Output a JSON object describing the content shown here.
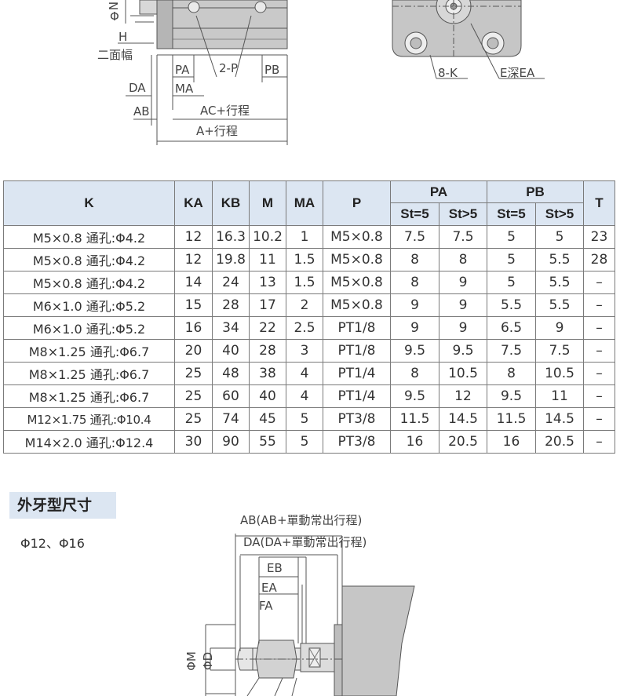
{
  "top_drawing": {
    "left_labels": [
      "H",
      "二面幅",
      "PA",
      "2-P",
      "PB",
      "DA",
      "MA",
      "AB",
      "AC+行程",
      "A+行程"
    ],
    "side_labels": [
      "N",
      "Φ"
    ],
    "right_labels": [
      "8-K",
      "E深EA"
    ]
  },
  "table": {
    "headers": {
      "k": "K",
      "ka": "KA",
      "kb": "KB",
      "m": "M",
      "ma": "MA",
      "p": "P",
      "pa": "PA",
      "pb": "PB",
      "t": "T",
      "pa_st5": "St=5",
      "pa_st_gt5": "St>5",
      "pb_st5": "St=5",
      "pb_st_gt5": "St>5"
    },
    "rows": [
      {
        "k": "M5×0.8 通孔:Φ4.2",
        "ka": "12",
        "kb": "16.3",
        "m": "10.2",
        "ma": "1",
        "p": "M5×0.8",
        "pa_st5": "7.5",
        "pa_st_gt5": "7.5",
        "pb_st5": "5",
        "pb_st_gt5": "5",
        "t": "23"
      },
      {
        "k": "M5×0.8 通孔:Φ4.2",
        "ka": "12",
        "kb": "19.8",
        "m": "11",
        "ma": "1.5",
        "p": "M5×0.8",
        "pa_st5": "8",
        "pa_st_gt5": "8",
        "pb_st5": "5",
        "pb_st_gt5": "5.5",
        "t": "28"
      },
      {
        "k": "M5×0.8 通孔:Φ4.2",
        "ka": "14",
        "kb": "24",
        "m": "13",
        "ma": "1.5",
        "p": "M5×0.8",
        "pa_st5": "8",
        "pa_st_gt5": "9",
        "pb_st5": "5",
        "pb_st_gt5": "5.5",
        "t": "–"
      },
      {
        "k": "M6×1.0 通孔:Φ5.2",
        "ka": "15",
        "kb": "28",
        "m": "17",
        "ma": "2",
        "p": "M5×0.8",
        "pa_st5": "9",
        "pa_st_gt5": "9",
        "pb_st5": "5.5",
        "pb_st_gt5": "5.5",
        "t": "–"
      },
      {
        "k": "M6×1.0 通孔:Φ5.2",
        "ka": "16",
        "kb": "34",
        "m": "22",
        "ma": "2.5",
        "p": "PT1/8",
        "pa_st5": "9",
        "pa_st_gt5": "9",
        "pb_st5": "6.5",
        "pb_st_gt5": "9",
        "t": "–"
      },
      {
        "k": "M8×1.25 通孔:Φ6.7",
        "ka": "20",
        "kb": "40",
        "m": "28",
        "ma": "3",
        "p": "PT1/8",
        "pa_st5": "9.5",
        "pa_st_gt5": "9.5",
        "pb_st5": "7.5",
        "pb_st_gt5": "7.5",
        "t": "–"
      },
      {
        "k": "M8×1.25 通孔:Φ6.7",
        "ka": "25",
        "kb": "48",
        "m": "38",
        "ma": "4",
        "p": "PT1/4",
        "pa_st5": "8",
        "pa_st_gt5": "10.5",
        "pb_st5": "8",
        "pb_st_gt5": "10.5",
        "t": "–"
      },
      {
        "k": "M8×1.25 通孔:Φ6.7",
        "ka": "25",
        "kb": "60",
        "m": "40",
        "ma": "4",
        "p": "PT1/4",
        "pa_st5": "9.5",
        "pa_st_gt5": "12",
        "pb_st5": "9.5",
        "pb_st_gt5": "11",
        "t": "–"
      },
      {
        "k": "M12×1.75 通孔:Φ10.4",
        "ka": "25",
        "kb": "74",
        "m": "45",
        "ma": "5",
        "p": "PT3/8",
        "pa_st5": "11.5",
        "pa_st_gt5": "14.5",
        "pb_st5": "11.5",
        "pb_st_gt5": "14.5",
        "t": "–"
      },
      {
        "k": "M14×2.0 通孔:Φ12.4",
        "ka": "30",
        "kb": "90",
        "m": "55",
        "ma": "5",
        "p": "PT3/8",
        "pa_st5": "16",
        "pa_st_gt5": "20.5",
        "pb_st5": "16",
        "pb_st_gt5": "20.5",
        "t": "–"
      }
    ]
  },
  "section": {
    "title": "外牙型尺寸",
    "bore_sizes": "Φ12、Φ16"
  },
  "bottom_drawing": {
    "labels": [
      "AB(AB+單動常出行程)",
      "DA(DA+單動常出行程)",
      "EB",
      "EA",
      "FA",
      "ΦM",
      "ΦD"
    ]
  },
  "colors": {
    "header_bg": "#dce6f2",
    "part_fill": "#c6c6c6",
    "line": "#555555"
  }
}
